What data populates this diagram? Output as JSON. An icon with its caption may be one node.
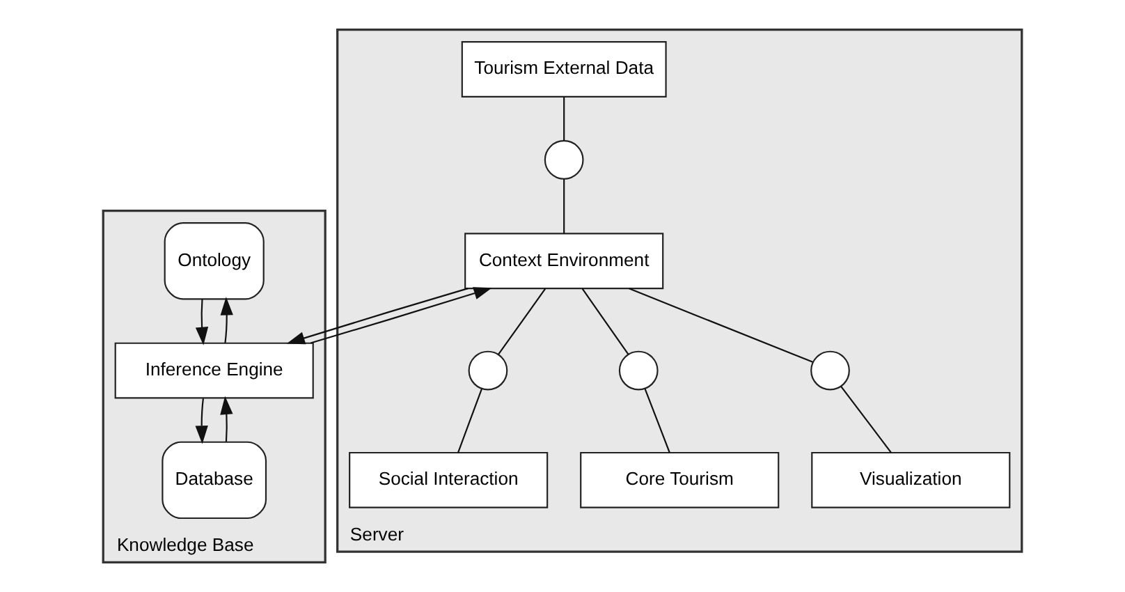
{
  "diagram": {
    "nodes": [
      {
        "text": [
          "Knowledge Base"
        ]
      },
      {
        "text": [
          "Ontology"
        ],
        "in": 0
      },
      {
        "text": [
          "Database"
        ],
        "in": 0
      },
      {
        "text": [
          "Inference Engine"
        ],
        "in": 0
      },
      {
        "text": [
          "Server"
        ]
      },
      {
        "text": [
          "Tourism External Data"
        ],
        "in": 4
      },
      {
        "text": [],
        "shape": "circle",
        "in": 4
      },
      {
        "text": [
          "Context Environment"
        ],
        "in": 4
      },
      {
        "text": [],
        "shape": "circle",
        "in": 4
      },
      {
        "text": [],
        "shape": "circle",
        "in": 4
      },
      {
        "text": [],
        "shape": "circle",
        "in": 4
      },
      {
        "text": [
          "Social Interaction"
        ],
        "in": 4
      },
      {
        "text": [
          "Core Tourism"
        ],
        "in": 4
      },
      {
        "text": [
          "Visualization"
        ],
        "in": 4
      }
    ],
    "edges": [
      {
        "from": 3,
        "to": 1,
        "arrow": "to"
      },
      {
        "from": 1,
        "to": 3,
        "arrow": "to"
      },
      {
        "from": 3,
        "to": 2,
        "arrow": "to"
      },
      {
        "from": 2,
        "to": 3,
        "arrow": "to"
      },
      {
        "from": 3,
        "to": 7,
        "arrow": "to"
      },
      {
        "from": 7,
        "to": 3,
        "arrow": "to"
      },
      {
        "from": 5,
        "to": 6,
        "arrow": "none"
      },
      {
        "from": 6,
        "to": 7,
        "arrow": "none"
      },
      {
        "from": 7,
        "to": 8,
        "arrow": "none"
      },
      {
        "from": 8,
        "to": 11,
        "arrow": "none"
      },
      {
        "from": 7,
        "to": 9,
        "arrow": "none"
      },
      {
        "from": 9,
        "to": 12,
        "arrow": "none"
      },
      {
        "from": 7,
        "to": 10,
        "arrow": "none"
      },
      {
        "from": 10,
        "to": 13,
        "arrow": "none"
      }
    ]
  }
}
